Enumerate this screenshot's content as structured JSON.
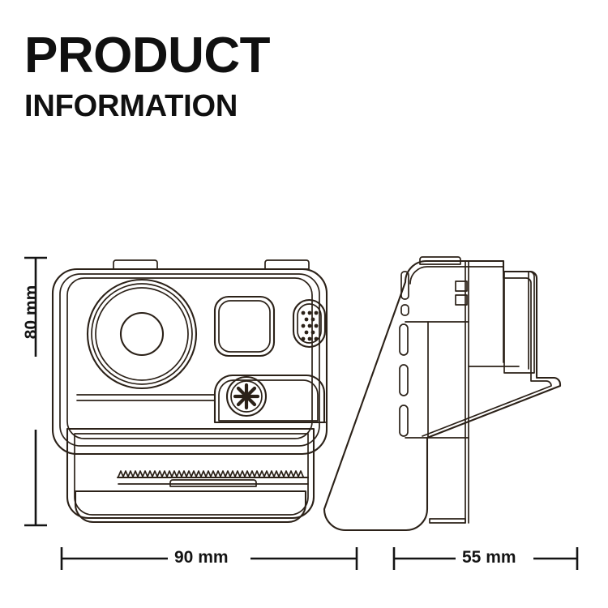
{
  "page": {
    "background_color": "#ffffff",
    "line_color": "#2b2118",
    "text_color": "#101010"
  },
  "heading": {
    "title": "PRODUCT",
    "subtitle": "INFORMATION"
  },
  "dimensions": {
    "height": {
      "value": "80 mm",
      "orientation": "vertical",
      "applies_to": "front-view"
    },
    "width_front": {
      "value": "90 mm",
      "orientation": "horizontal",
      "applies_to": "front-view"
    },
    "width_side": {
      "value": "55 mm",
      "orientation": "horizontal",
      "applies_to": "side-view"
    }
  },
  "views": [
    {
      "name": "front-view",
      "label": "instant camera front view",
      "features": [
        "lens-assembly",
        "viewfinder-window",
        "speaker-grille",
        "shutter-button",
        "print-ejection-slot",
        "top-tabs"
      ]
    },
    {
      "name": "side-view",
      "label": "instant camera side profile view",
      "features": [
        "side-buttons",
        "port-slot",
        "lens-barrel-profile",
        "grip-contour"
      ]
    }
  ],
  "icons": {
    "shutter": "flower-asterisk-icon",
    "grille": "speaker-dots-icon",
    "cutter": "sawtooth-edge-icon"
  }
}
